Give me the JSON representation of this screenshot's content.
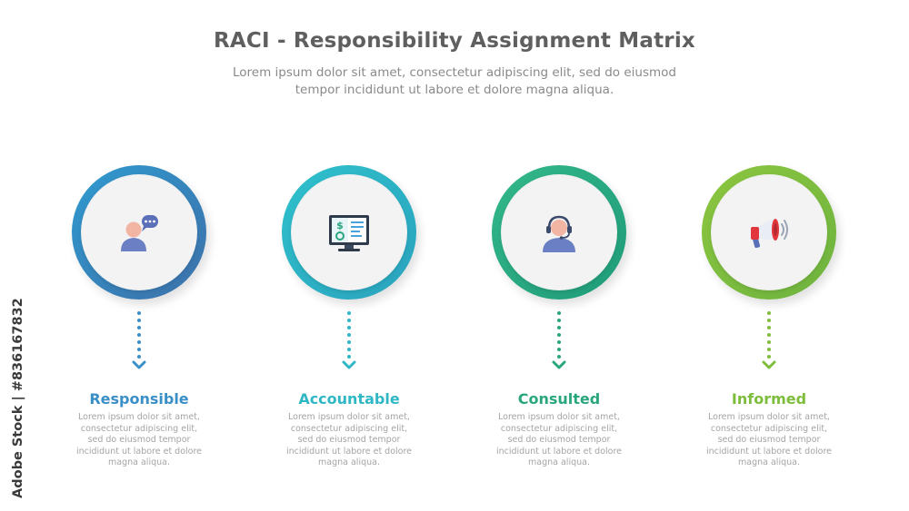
{
  "title": "RACI - Responsibility Assignment Matrix",
  "subtitle_line1": "Lorem ipsum dolor sit amet, consectetur adipiscing elit, sed do eiusmod",
  "subtitle_line2": "tempor incididunt ut labore et dolore magna aliqua.",
  "watermark": "Adobe Stock | #836167832",
  "colors": {
    "responsible": "#3a8fc7",
    "accountable": "#2fb7c6",
    "consulted": "#2aa67f",
    "informed": "#7ebd3c"
  },
  "steps": [
    {
      "label": "Responsible",
      "icon": "person-chat-icon",
      "description": [
        "Lorem ipsum dolor sit amet,",
        "consectetur adipiscing elit,",
        "sed do eiusmod tempor",
        "incididunt ut labore et dolore",
        "magna aliqua."
      ]
    },
    {
      "label": "Accountable",
      "icon": "monitor-finance-icon",
      "description": [
        "Lorem ipsum dolor sit amet,",
        "consectetur adipiscing elit,",
        "sed do eiusmod tempor",
        "incididunt ut labore et dolore",
        "magna aliqua."
      ]
    },
    {
      "label": "Consulted",
      "icon": "headset-person-icon",
      "description": [
        "Lorem ipsum dolor sit amet,",
        "consectetur adipiscing elit,",
        "sed do eiusmod tempor",
        "incididunt ut labore et dolore",
        "magna aliqua."
      ]
    },
    {
      "label": "Informed",
      "icon": "megaphone-icon",
      "description": [
        "Lorem ipsum dolor sit amet,",
        "consectetur adipiscing elit,",
        "sed do eiusmod tempor",
        "incididunt ut labore et dolore",
        "magna aliqua."
      ]
    }
  ]
}
